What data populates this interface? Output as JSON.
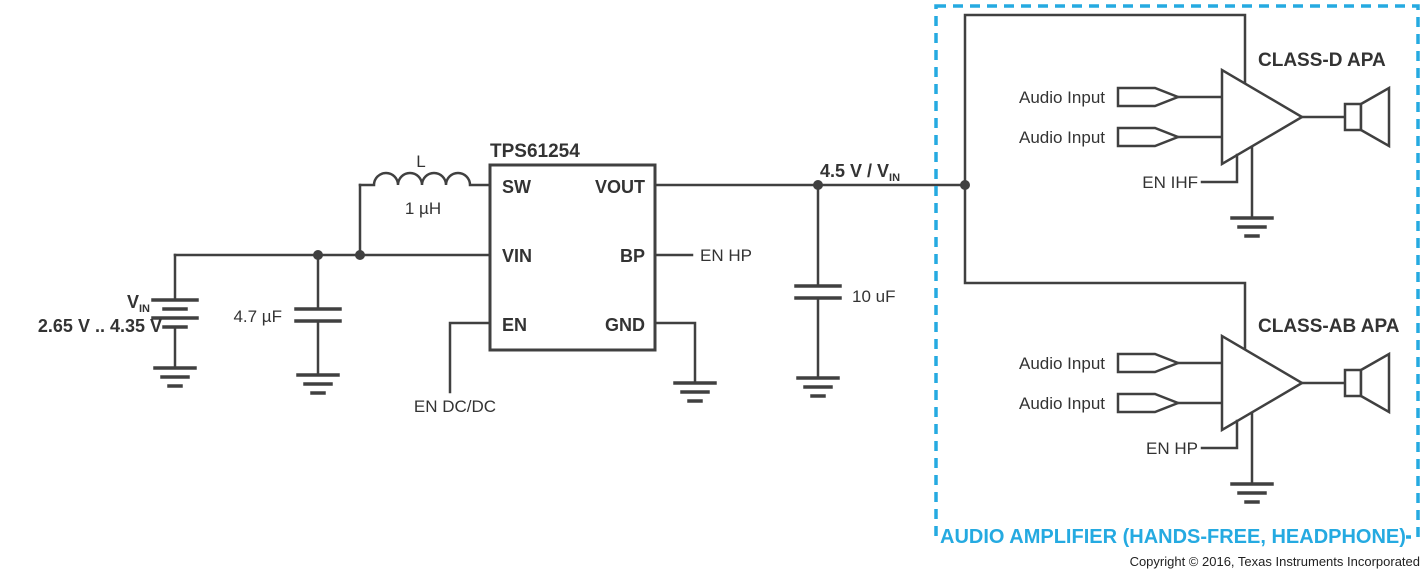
{
  "title": "TPS61254 boost converter powering audio amplifiers - application schematic",
  "colors": {
    "wire": "#404040",
    "text": "#333333",
    "accent": "#25AAE1"
  },
  "source": {
    "name": "V",
    "name_sub": "IN",
    "range": "2.65 V .. 4.35 V"
  },
  "input_cap": {
    "value": "4.7 µF"
  },
  "inductor": {
    "name": "L",
    "value": "1 µH"
  },
  "ic": {
    "part": "TPS61254",
    "pin_sw": "SW",
    "pin_vin": "VIN",
    "pin_en": "EN",
    "pin_vout": "VOUT",
    "pin_bp": "BP",
    "pin_gnd": "GND"
  },
  "signals": {
    "en_dcdc": "EN DC/DC",
    "en_hp_bp": "EN HP",
    "vout_label": "4.5 V / V",
    "vout_label_sub": "IN"
  },
  "output_cap": {
    "value": "10 uF"
  },
  "amp_box": {
    "label": "AUDIO AMPLIFIER (HANDS-FREE, HEADPHONE)",
    "class_d": {
      "title": "CLASS-D APA",
      "input_top": "Audio Input",
      "input_bottom": "Audio Input",
      "enable": "EN IHF"
    },
    "class_ab": {
      "title": "CLASS-AB APA",
      "input_top": "Audio Input",
      "input_bottom": "Audio Input",
      "enable": "EN HP"
    }
  },
  "footer": {
    "copyright": "Copyright © 2016, Texas Instruments Incorporated"
  }
}
